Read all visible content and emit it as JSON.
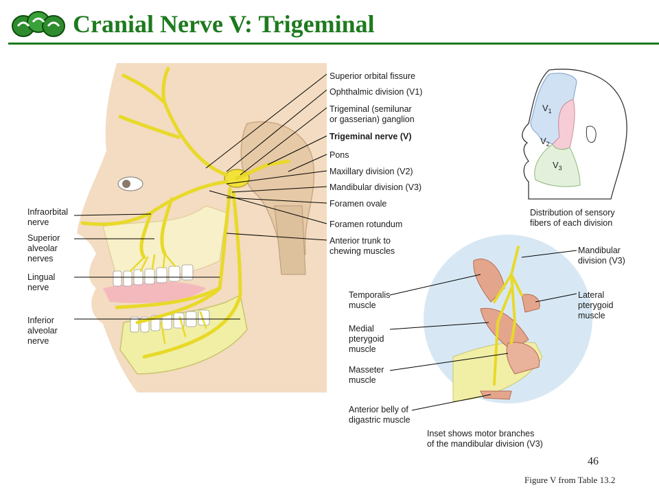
{
  "slide": {
    "title": "Cranial Nerve V: Trigeminal",
    "page_number": "46",
    "caption": "Figure V from Table 13.2",
    "accent_color": "#1e7a1e"
  },
  "figure": {
    "right_labels": [
      "Superior orbital fissure",
      "Ophthalmic division (V1)",
      "Trigeminal (semilunar",
      "or gasserian) ganglion",
      "Trigeminal nerve (V)",
      "Pons",
      "Maxillary division (V2)",
      "Mandibular division (V3)",
      "Foramen ovale",
      "Foramen rotundum",
      "Anterior trunk to",
      "chewing muscles"
    ],
    "left_labels": [
      "Infraorbital",
      "nerve",
      "Superior",
      "alveolar",
      "nerves",
      "Lingual",
      "nerve",
      "Inferior",
      "alveolar",
      "nerve"
    ],
    "sensory_inset": {
      "regions": [
        "V1",
        "V2",
        "V3"
      ],
      "caption_line1": "Distribution of sensory",
      "caption_line2": "fibers of each division"
    },
    "motor_inset": {
      "labels": [
        "Mandibular",
        "division (V3)",
        "Lateral",
        "pterygoid",
        "muscle",
        "Temporalis",
        "muscle",
        "Medial",
        "pterygoid",
        "muscle",
        "Masseter",
        "muscle",
        "Anterior belly of",
        "digastric muscle"
      ],
      "caption_line1": "Inset shows motor branches",
      "caption_line2": "of the mandibular division (V3)"
    }
  }
}
